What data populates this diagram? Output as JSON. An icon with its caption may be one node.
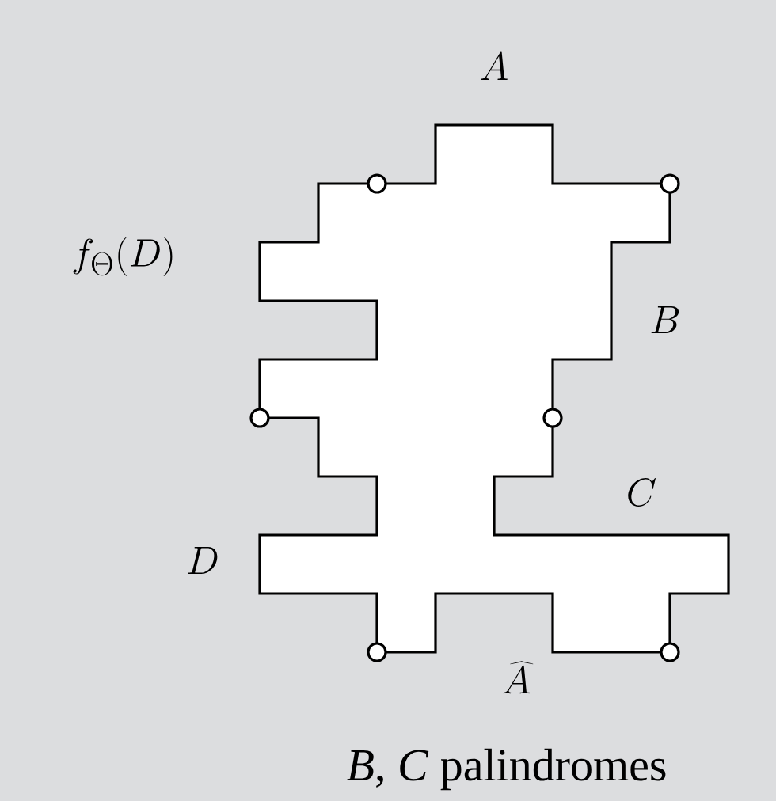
{
  "diagram": {
    "caption": "*B*, *C* palindromes",
    "labels": [
      "A",
      "f_\\Theta(D)",
      "B",
      "C",
      "D",
      "\\widehat{A}"
    ]
  }
}
